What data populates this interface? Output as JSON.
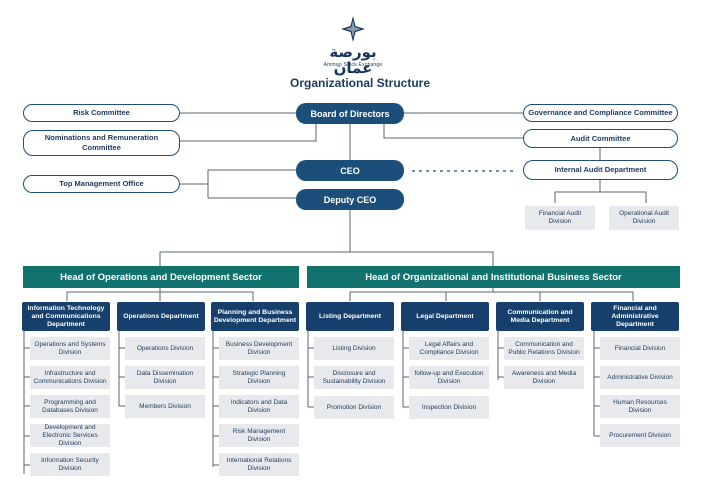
{
  "logo": {
    "arabic": "بورصة عمان",
    "english": "Amman Stock Exchange"
  },
  "title": "Organizational Structure",
  "top": {
    "board": "Board of Directors",
    "ceo": "CEO",
    "deputy": "Deputy CEO"
  },
  "committees": {
    "risk": "Risk Committee",
    "nominations": "Nominations and Remuneration Committee",
    "top_mgmt": "Top Management Office",
    "governance": "Governance and Compliance Committee",
    "audit": "Audit Committee",
    "internal_audit": "Internal Audit Department",
    "financial_audit": "Financial Audit Division",
    "operational_audit": "Operational Audit Division"
  },
  "sectors": {
    "operations": "Head of Operations and Development Sector",
    "organizational": "Head of Organizational and Institutional Business Sector"
  },
  "departments": [
    {
      "name": "Information Technology and Communications Department",
      "divisions": [
        "Operations and Systems Division",
        "Infrastructure and Communications Division",
        "Programming and Databases Division",
        "Development and Electronic Services Division",
        "Information Security Division"
      ]
    },
    {
      "name": "Operations Department",
      "divisions": [
        "Operations Division",
        "Data Dissemination Division",
        "Members Division"
      ]
    },
    {
      "name": "Planning and Business Development Department",
      "divisions": [
        "Business Development Division",
        "Strategic Planning Division",
        "Indicators and Data Division",
        "Risk Management Division",
        "International Relations Division"
      ]
    },
    {
      "name": "Listing Department",
      "divisions": [
        "Listing Division",
        "Disclosure and Sustainability Division",
        "Promotion Division"
      ]
    },
    {
      "name": "Legal Department",
      "divisions": [
        "Legal Affairs and Compliance Division",
        "follow-up and Execution Division",
        "Inspection Division"
      ]
    },
    {
      "name": "Communication and Media Department",
      "divisions": [
        "Communication and Public Relations Division",
        "Awareness and Media Division"
      ]
    },
    {
      "name": "Financial and Administrative Department",
      "divisions": [
        "Financial Division",
        "Administrative Division",
        "Human Resources Division",
        "Procurement Division"
      ]
    }
  ]
}
